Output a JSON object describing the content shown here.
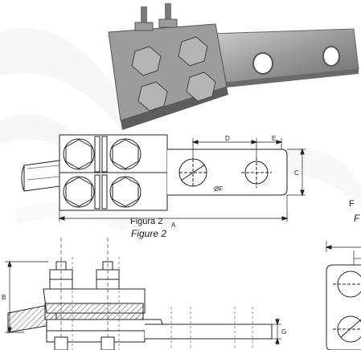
{
  "figure_main": {
    "dimension_labels": {
      "A": "A",
      "C": "C",
      "D": "D",
      "E": "E",
      "F": "ØF"
    }
  },
  "figure_side": {
    "caption_pt": "Figura 2",
    "caption_en": "Figure 2",
    "dimension_labels": {
      "B": "B",
      "G": "G"
    }
  },
  "figure_partial": {
    "caption_pt": "F",
    "caption_en": "F"
  }
}
